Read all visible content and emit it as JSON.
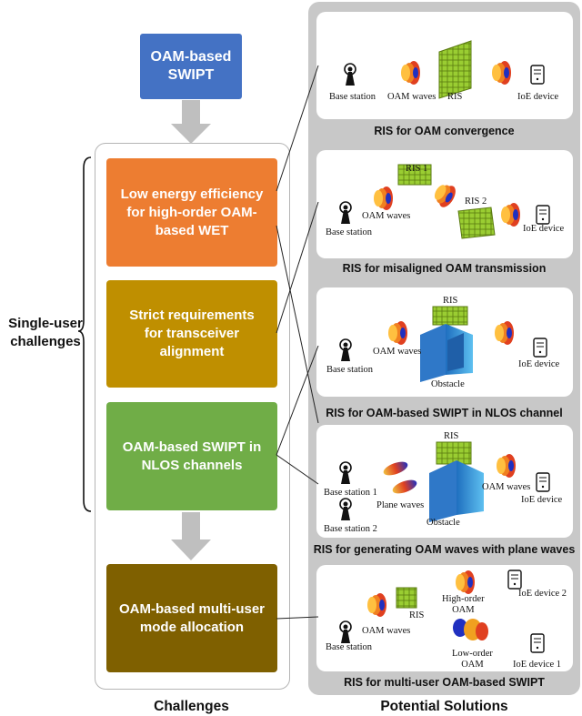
{
  "top_box": {
    "label": "OAM-based\nSWIPT"
  },
  "challenges": {
    "side_label": "Single-user\nchallenges",
    "items": [
      {
        "label": "Low energy efficiency\nfor high-order OAM-\nbased WET",
        "color": "#ed7d31"
      },
      {
        "label": "Strict requirements\nfor transceiver\nalignment",
        "color": "#bf8f00"
      },
      {
        "label": "OAM-based SWIPT in\nNLOS channels",
        "color": "#70ad47"
      },
      {
        "label": "OAM-based multi-user\nmode allocation",
        "color": "#7f6000"
      }
    ],
    "bottom_label": "Challenges"
  },
  "solutions": {
    "bottom_label": "Potential Solutions",
    "panels": [
      {
        "caption": "RIS for OAM convergence",
        "labels": [
          "Base station",
          "OAM waves",
          "RIS",
          "IoE device"
        ]
      },
      {
        "caption": "RIS for misaligned OAM transmission",
        "labels": [
          "RIS 1",
          "RIS 2",
          "OAM waves",
          "Base station",
          "IoE device"
        ]
      },
      {
        "caption": "RIS for OAM-based SWIPT in NLOS channel",
        "labels": [
          "RIS",
          "OAM waves",
          "IoE device",
          "Base station",
          "Obstacle"
        ]
      },
      {
        "caption": "RIS for generating OAM waves with plane waves",
        "labels": [
          "RIS",
          "OAM waves",
          "Base station 1",
          "Plane waves",
          "IoE device",
          "Base station 2",
          "Obstacle"
        ]
      },
      {
        "caption": "RIS for multi-user OAM-based SWIPT",
        "labels": [
          "High-order\nOAM",
          "IoE device 2",
          "RIS",
          "OAM waves",
          "Base station",
          "Low-order\nOAM",
          "IoE device 1"
        ]
      }
    ]
  },
  "colors": {
    "top_box": "#4472c4",
    "arrow": "#bfbfbf",
    "solutions_bg": "#c8c8c8",
    "ris": "#9acd32",
    "oam_red": "#e03020",
    "oam_blue": "#2040c0",
    "building": "#3aa0e0"
  },
  "icons": [
    "antenna-icon",
    "device-icon",
    "ris-panel-icon",
    "oam-beam-icon",
    "building-icon",
    "plane-wave-icon"
  ]
}
